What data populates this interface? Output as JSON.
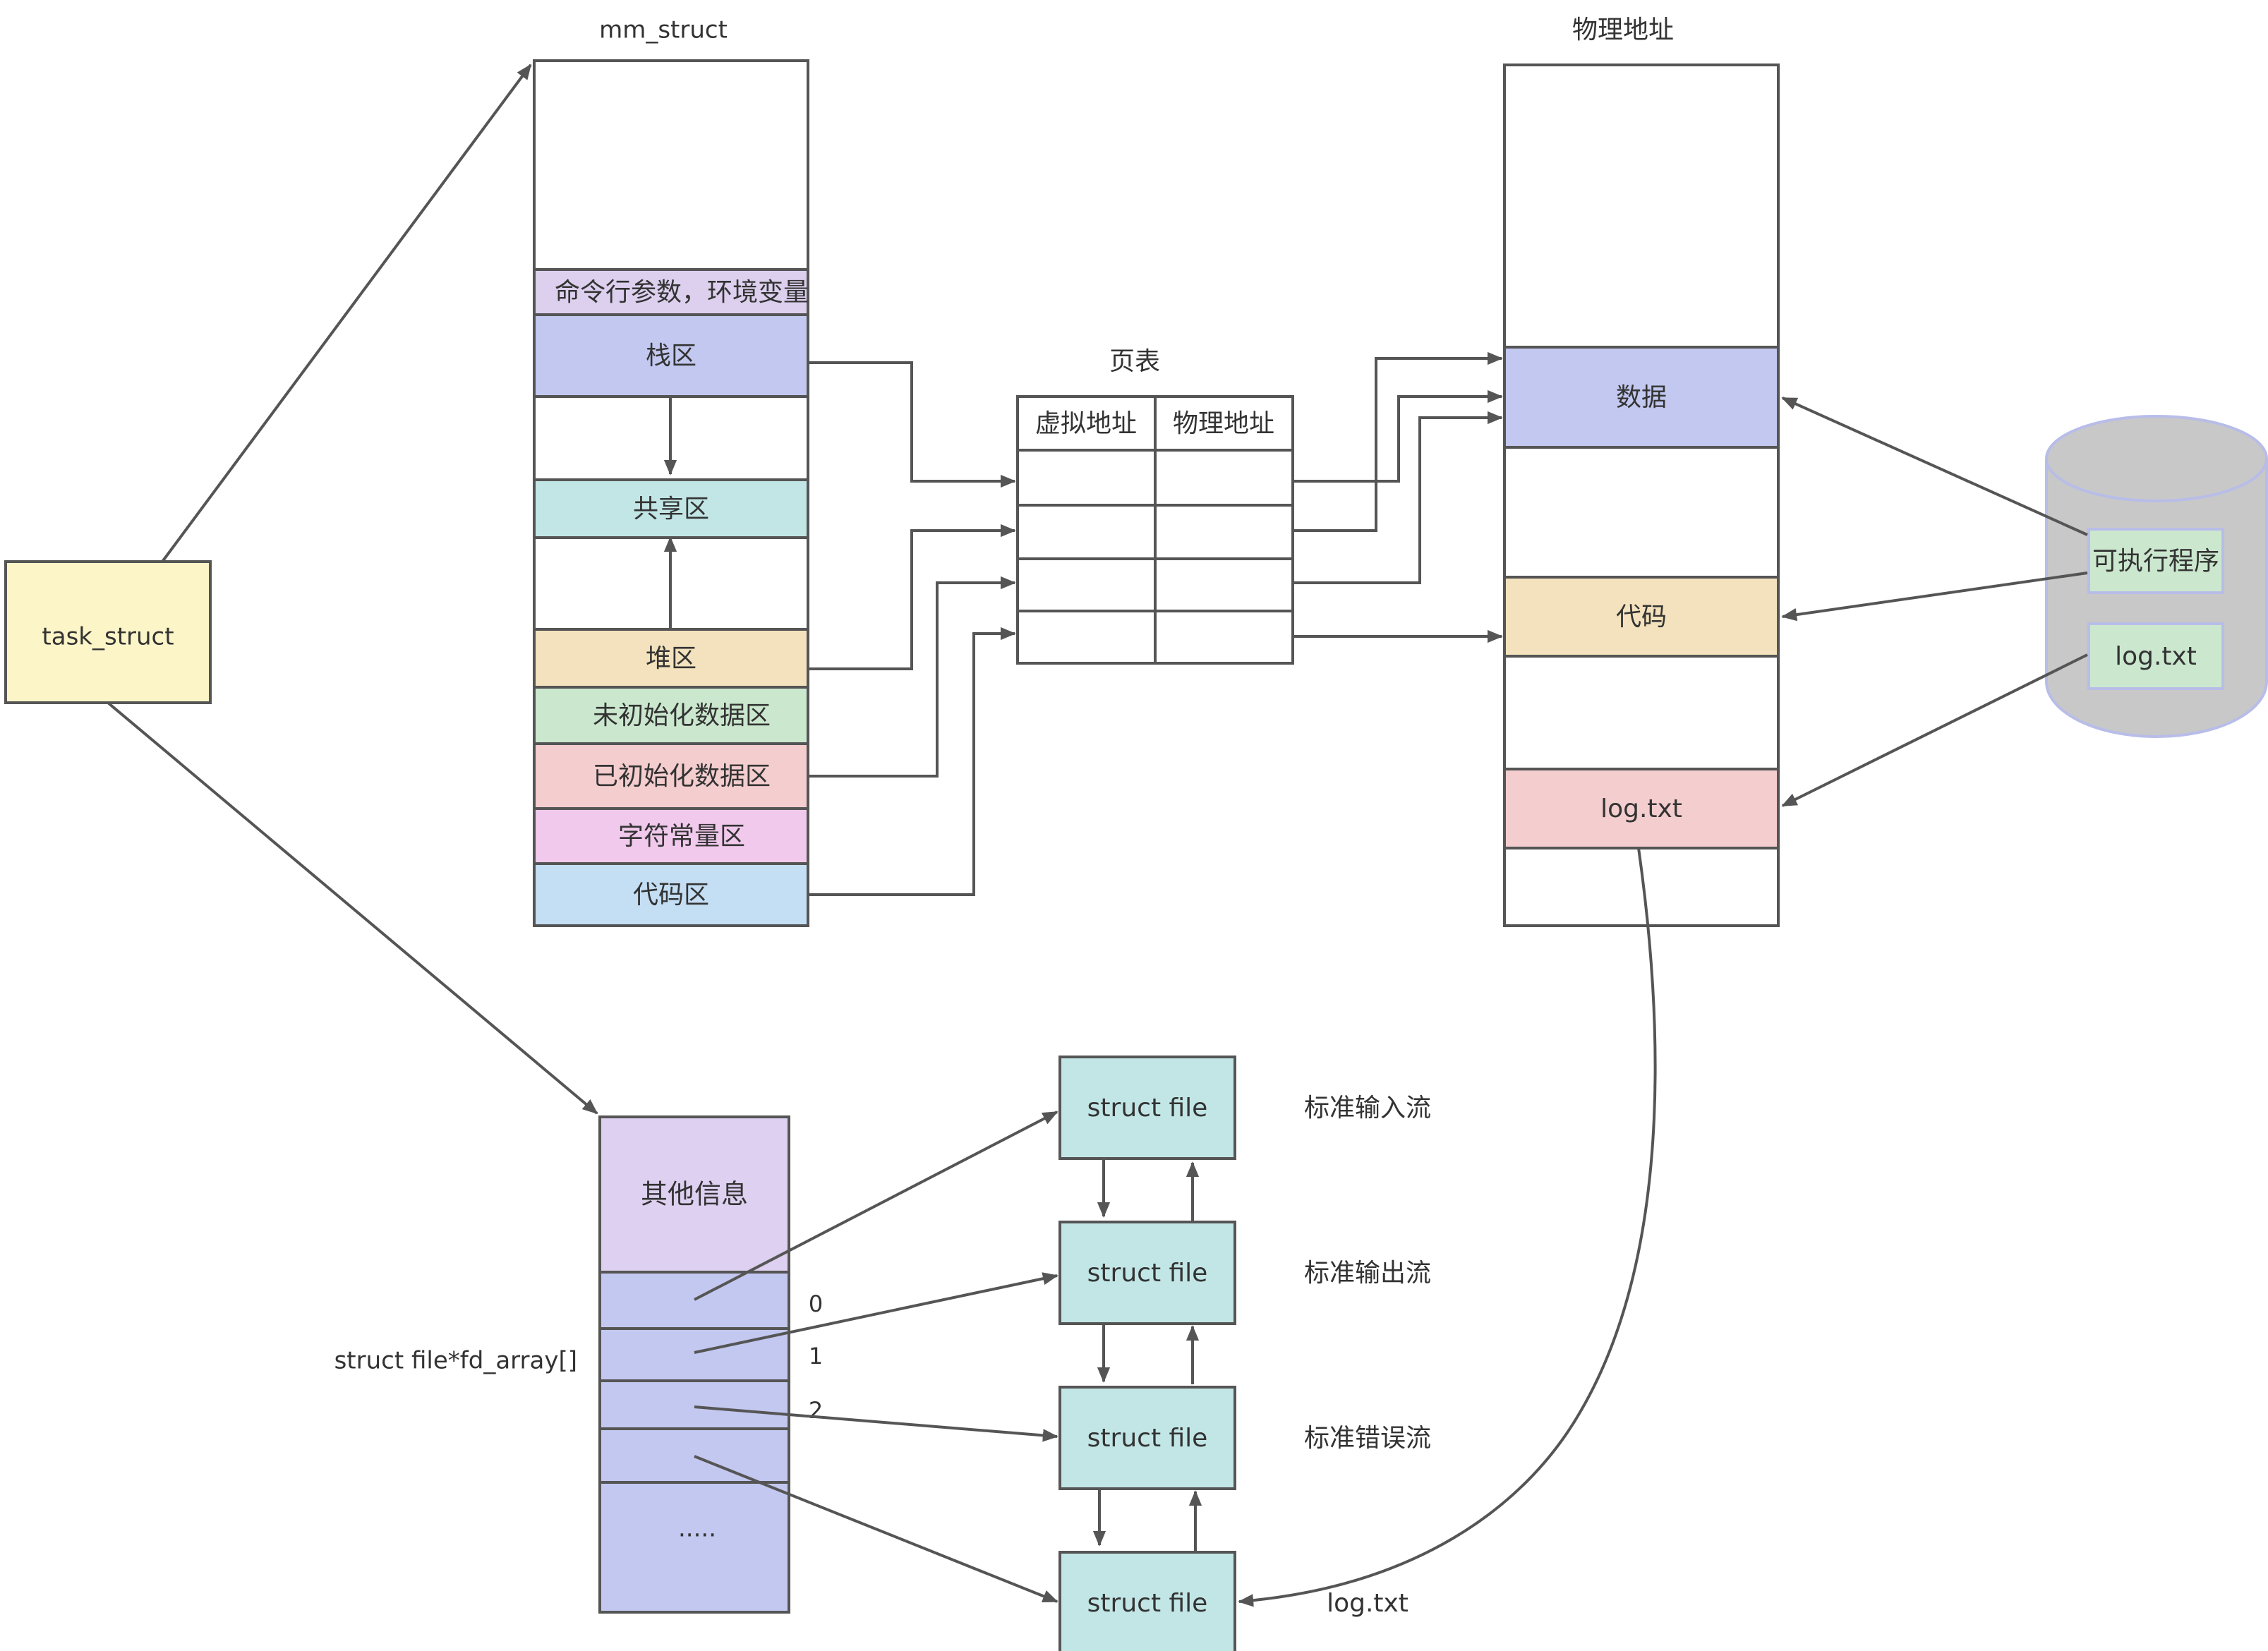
{
  "task_struct": {
    "label": "task_struct",
    "fill": "#fbf5c8"
  },
  "mm_struct": {
    "title": "mm_struct",
    "regions": [
      {
        "key": "args",
        "label": "命令行参数，环境变量",
        "fill": "#dcd0ee"
      },
      {
        "key": "stack",
        "label": "栈区",
        "fill": "#c3c8f0"
      },
      {
        "key": "shared",
        "label": "共享区",
        "fill": "#c2e6e6"
      },
      {
        "key": "heap",
        "label": "堆区",
        "fill": "#f3e2bd"
      },
      {
        "key": "bss",
        "label": "未初始化数据区",
        "fill": "#cbe8cf"
      },
      {
        "key": "data",
        "label": "已初始化数据区",
        "fill": "#f4cdcf"
      },
      {
        "key": "rodata",
        "label": "字符常量区",
        "fill": "#f1c9ec"
      },
      {
        "key": "text",
        "label": "代码区",
        "fill": "#c4def4"
      }
    ]
  },
  "page_table": {
    "title": "页表",
    "col_virtual": "虚拟地址",
    "col_physical": "物理地址"
  },
  "physical_memory": {
    "title": "物理地址",
    "blocks": [
      {
        "key": "data",
        "label": "数据",
        "fill": "#c3c8f0"
      },
      {
        "key": "code",
        "label": "代码",
        "fill": "#f3e2bd"
      },
      {
        "key": "log",
        "label": "log.txt",
        "fill": "#f4cdcf"
      }
    ]
  },
  "disk": {
    "items": [
      {
        "key": "exe",
        "label": "可执行程序",
        "fill": "#cbe8cf"
      },
      {
        "key": "log",
        "label": "log.txt",
        "fill": "#cbe8cf"
      }
    ],
    "fill": "#c8c8c8",
    "stroke": "#b8bde8"
  },
  "fd_array": {
    "label": "struct file*fd_array[]",
    "other_info": "其他信息",
    "ellipsis": ".....",
    "indices": [
      "0",
      "1",
      "2"
    ],
    "fill_top": "#ddd0f0",
    "fill_slots": "#c3c8f0"
  },
  "files": [
    {
      "label": "struct file",
      "stream": "标准输入流"
    },
    {
      "label": "struct file",
      "stream": "标准输出流"
    },
    {
      "label": "struct file",
      "stream": "标准错误流"
    },
    {
      "label": "struct file",
      "stream": "log.txt"
    }
  ],
  "file_fill": "#c2e6e6"
}
